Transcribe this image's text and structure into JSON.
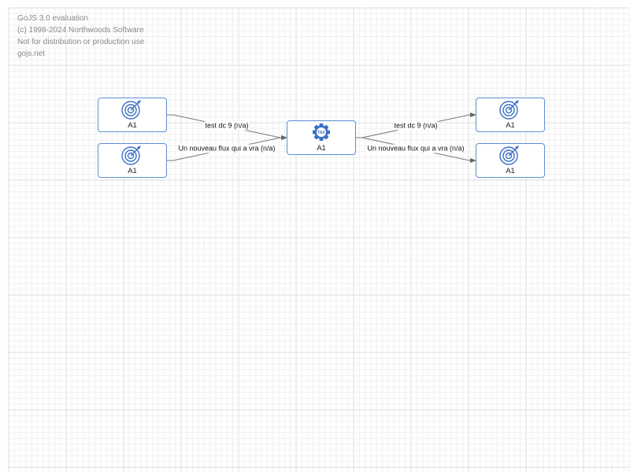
{
  "watermark": {
    "lines": [
      "GoJS 3.0 evaluation",
      "(c) 1998-2024 Northwoods Software",
      "Not for distribution or production use",
      "gojs.net"
    ]
  },
  "colors": {
    "node_border": "#5b8fd6",
    "icon": "#3a6fc4",
    "link": "#777777",
    "grid_minor": "#f0f0f0",
    "grid_major": "#dcdcdc"
  },
  "nodes": [
    {
      "id": "left-top",
      "label": "A1",
      "icon": "target-icon"
    },
    {
      "id": "left-bottom",
      "label": "A1",
      "icon": "target-icon"
    },
    {
      "id": "center",
      "label": "A1",
      "icon": "tax-gear-icon",
      "icon_text": "TAX"
    },
    {
      "id": "right-top",
      "label": "A1",
      "icon": "target-icon"
    },
    {
      "id": "right-bottom",
      "label": "A1",
      "icon": "target-icon"
    }
  ],
  "links": [
    {
      "from": "left-top",
      "to": "center",
      "label": "test dc 9 (n/a)"
    },
    {
      "from": "left-bottom",
      "to": "center",
      "label": "Un nouveau flux qui a vra (n/a)"
    },
    {
      "from": "center",
      "to": "right-top",
      "label": "test dc 9 (n/a)"
    },
    {
      "from": "center",
      "to": "right-bottom",
      "label": "Un nouveau flux qui a vra (n/a)"
    }
  ]
}
